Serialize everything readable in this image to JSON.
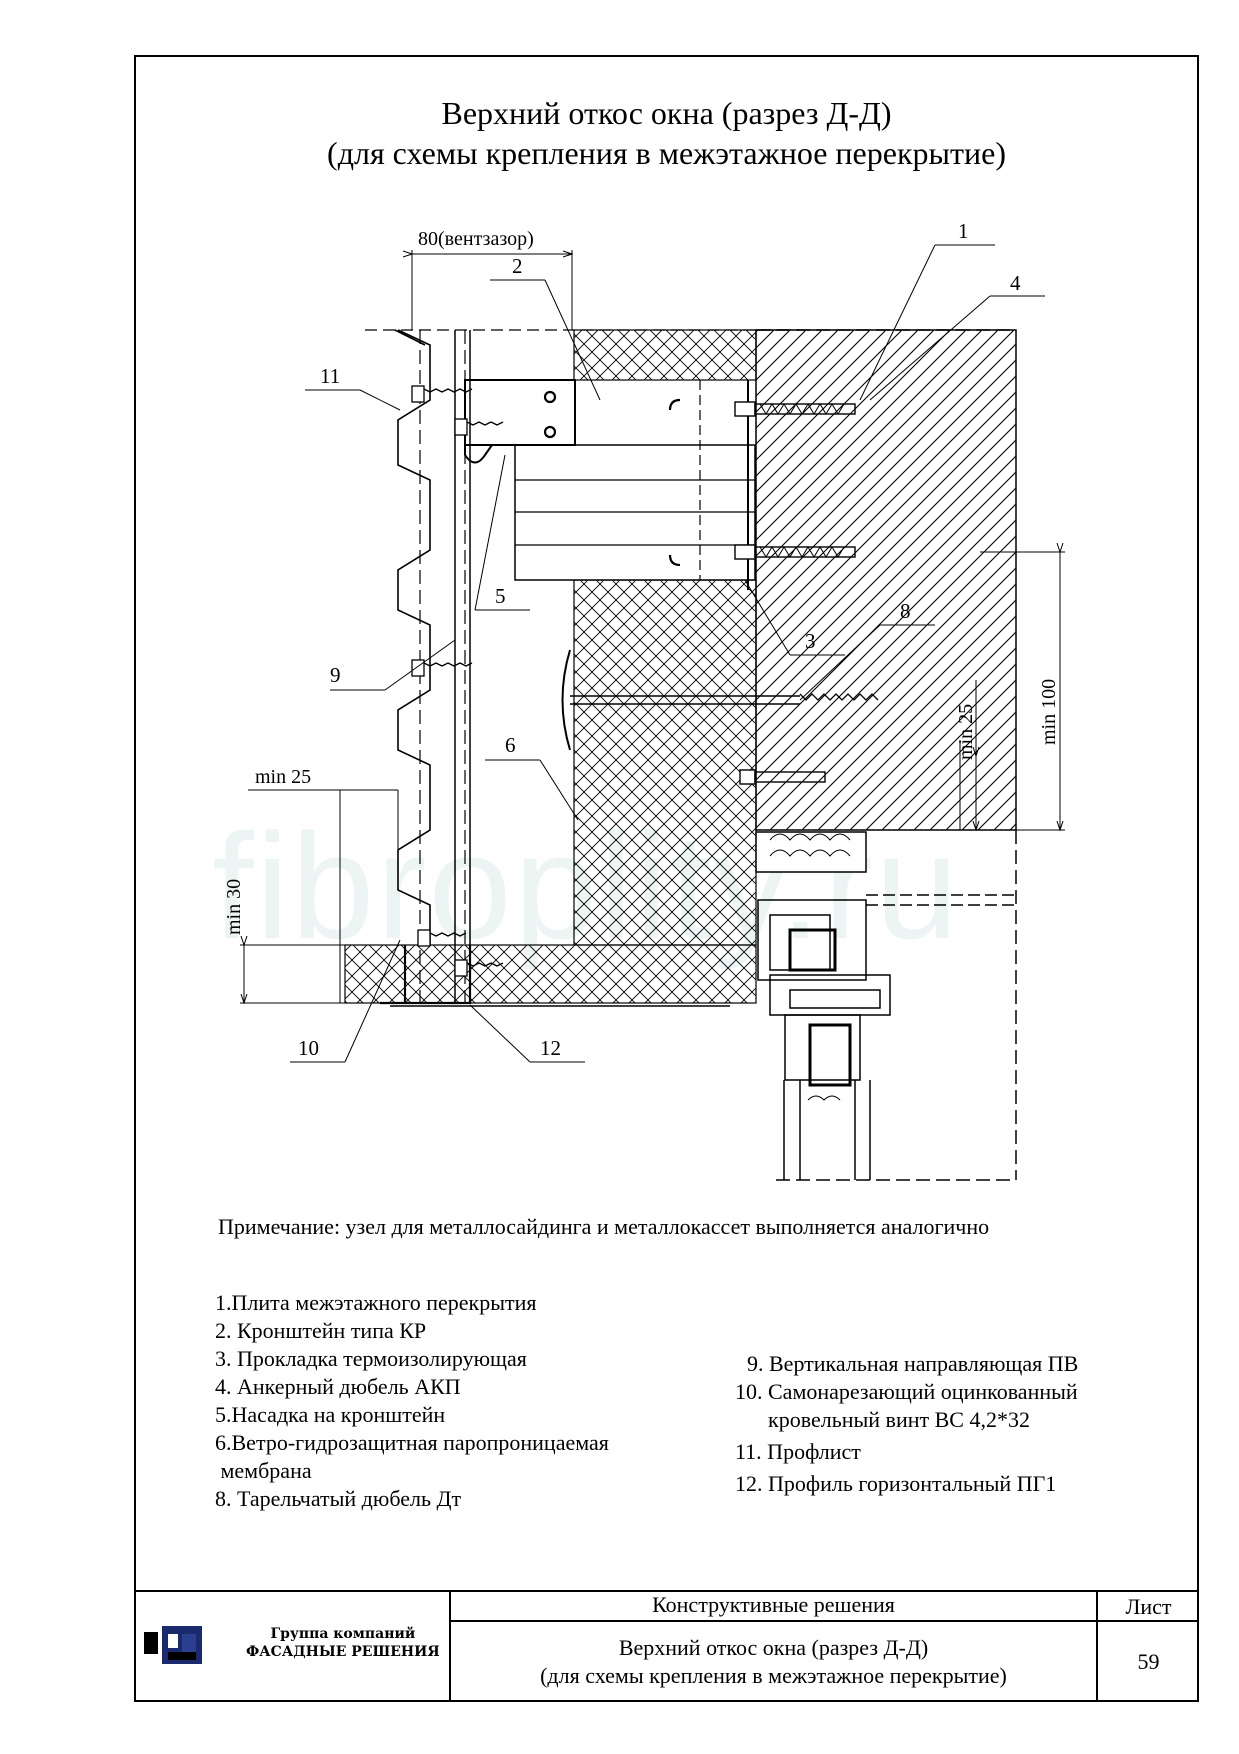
{
  "title_line1": "Верхний откос окна (разрез Д-Д)",
  "title_line2": "(для схемы крепления в межэтажное перекрытие)",
  "watermark": "fibroplity.ru",
  "dimensions": {
    "vent_gap": "80(вентзазор)",
    "min25_left": "min 25",
    "min30": "min 30",
    "min25_right": "min 25",
    "min100": "min 100"
  },
  "callouts": [
    "1",
    "2",
    "3",
    "4",
    "5",
    "6",
    "8",
    "9",
    "10",
    "11",
    "12"
  ],
  "note": "Примечание:  узел для металлосайдинга и металлокассет выполняется аналогично",
  "legend_left": [
    "1.Плита межэтажного перекрытия",
    "2. Кронштейн типа КР",
    "3. Прокладка термоизолирующая",
    "4. Анкерный дюбель АКП",
    "5.Насадка на кронштейн",
    "6.Ветро-гидрозащитная паропроницаемая",
    " мембрана",
    "8. Тарельчатый дюбель Дт"
  ],
  "legend_right": [
    "9. Вертикальная направляющая ПВ",
    "10. Самонарезающий оцинкованный",
    "      кровельный винт ВС 4,2*32",
    "11. Профлист",
    "12. Профиль горизонтальный ПГ1"
  ],
  "stamp": {
    "company_line1": "Группа компаний",
    "company_line2": "ФАСАДНЫЕ РЕШЕНИЯ",
    "section": "Конструктивные решения",
    "sheet_label": "Лист",
    "sheet_title1": "Верхний откос окна (разрез Д-Д)",
    "sheet_title2": "(для схемы крепления в межэтажное перекрытие)",
    "sheet_number": "59"
  }
}
